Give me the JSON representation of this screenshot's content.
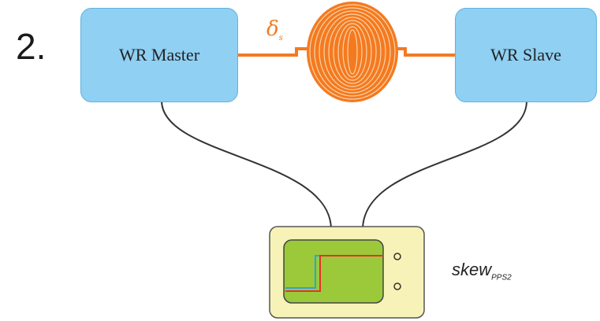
{
  "step": {
    "number": "2."
  },
  "master": {
    "label": "WR Master"
  },
  "slave": {
    "label": "WR Slave"
  },
  "fiber": {
    "delay_symbol": "δ",
    "delay_subscript": "s",
    "color": "#f47a20"
  },
  "scope": {
    "label_main": "skew",
    "label_sub": "PPS2",
    "trace_colors": [
      "#e8302a",
      "#2aa6d8"
    ],
    "screen_color": "#9bc93a",
    "body_color": "#f7f3b8"
  },
  "colors": {
    "box_fill": "#8fd0f3",
    "box_border": "#5fb3e0",
    "cable": "#333333"
  }
}
